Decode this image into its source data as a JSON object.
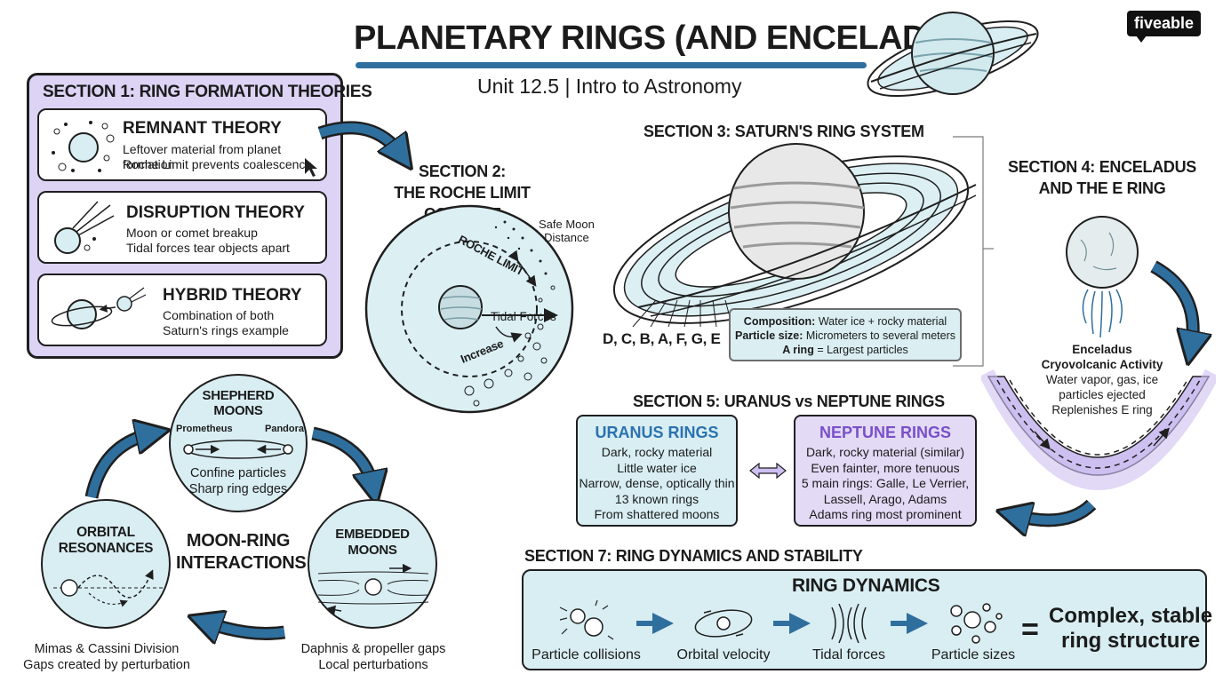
{
  "header": {
    "title": "PLANETARY RINGS (AND ENCELADUS)",
    "subtitle": "Unit 12.5 | Intro to Astronomy",
    "brand": "fiveable"
  },
  "section1": {
    "heading": "SECTION 1: RING FORMATION THEORIES",
    "cards": [
      {
        "title": "REMNANT THEORY",
        "lines": [
          "Leftover material from planet formation",
          "Roche Limit prevents coalescence"
        ]
      },
      {
        "title": "DISRUPTION THEORY",
        "lines": [
          "Moon or comet breakup",
          "Tidal forces tear objects apart"
        ]
      },
      {
        "title": "HYBRID THEORY",
        "lines": [
          "Combination of both",
          "Saturn's rings example"
        ]
      }
    ]
  },
  "section2": {
    "heading": [
      "SECTION 2:",
      "THE ROCHE LIMIT CONCEPT"
    ],
    "roche_label": "ROCHE LIMIT",
    "safe_label": [
      "Safe Moon",
      "Distance"
    ],
    "tidal_label": "Tidal Forces",
    "increase_label": "Increase"
  },
  "section3": {
    "heading": "SECTION 3: SATURN'S RING SYSTEM",
    "ring_letters": "D, C, B, A, F, G, E",
    "composition": {
      "line1_bold": "Composition:",
      "line1": " Water ice + rocky material",
      "line2_bold": "Particle size:",
      "line2": " Micrometers to several meters",
      "line3_bold": "A ring",
      "line3": " = Largest particles"
    }
  },
  "section4": {
    "heading": [
      "SECTION 4: ENCELADUS",
      "AND THE E RING"
    ],
    "caption_bold": [
      "Enceladus",
      "Cryovolcanic Activity"
    ],
    "caption": [
      "Water vapor, gas, ice",
      "particles ejected",
      "Replenishes E ring"
    ]
  },
  "section5": {
    "heading": "SECTION 5: URANUS vs NEPTUNE RINGS",
    "uranus": {
      "title": "URANUS RINGS",
      "lines": [
        "Dark, rocky material",
        "Little water ice",
        "Narrow, dense, optically thin",
        "13 known rings",
        "From shattered moons"
      ]
    },
    "neptune": {
      "title": "NEPTUNE RINGS",
      "lines": [
        "Dark, rocky material (similar)",
        "Even fainter, more tenuous",
        "5 main rings: Galle, Le Verrier,",
        "Lassell, Arago, Adams",
        "Adams ring most prominent"
      ]
    }
  },
  "section6": {
    "center": [
      "MOON-RING",
      "INTERACTIONS"
    ],
    "shepherd": {
      "title": [
        "SHEPHERD",
        "MOONS"
      ],
      "left_moon": "Prometheus",
      "right_moon": "Pandora",
      "lines": [
        "Confine particles",
        "Sharp ring edges"
      ]
    },
    "embedded": {
      "title": [
        "EMBEDDED",
        "MOONS"
      ],
      "caption": [
        "Daphnis & propeller gaps",
        "Local perturbations"
      ]
    },
    "orbital": {
      "title": [
        "ORBITAL",
        "RESONANCES"
      ],
      "caption": [
        "Mimas & Cassini Division",
        "Gaps created by perturbation"
      ]
    }
  },
  "section7": {
    "heading": "SECTION 7: RING DYNAMICS AND STABILITY",
    "box_title": "RING DYNAMICS",
    "factors": [
      "Particle collisions",
      "Orbital velocity",
      "Tidal forces",
      "Particle sizes"
    ],
    "equals": "=",
    "result": [
      "Complex, stable",
      "ring structure"
    ]
  },
  "colors": {
    "accent_blue": "#2f6f9e",
    "purple_panel": "#dcd3f5",
    "light_blue_panel": "#d9eef3",
    "uranus_title": "#2b72b0",
    "neptune_title": "#7950c9"
  }
}
